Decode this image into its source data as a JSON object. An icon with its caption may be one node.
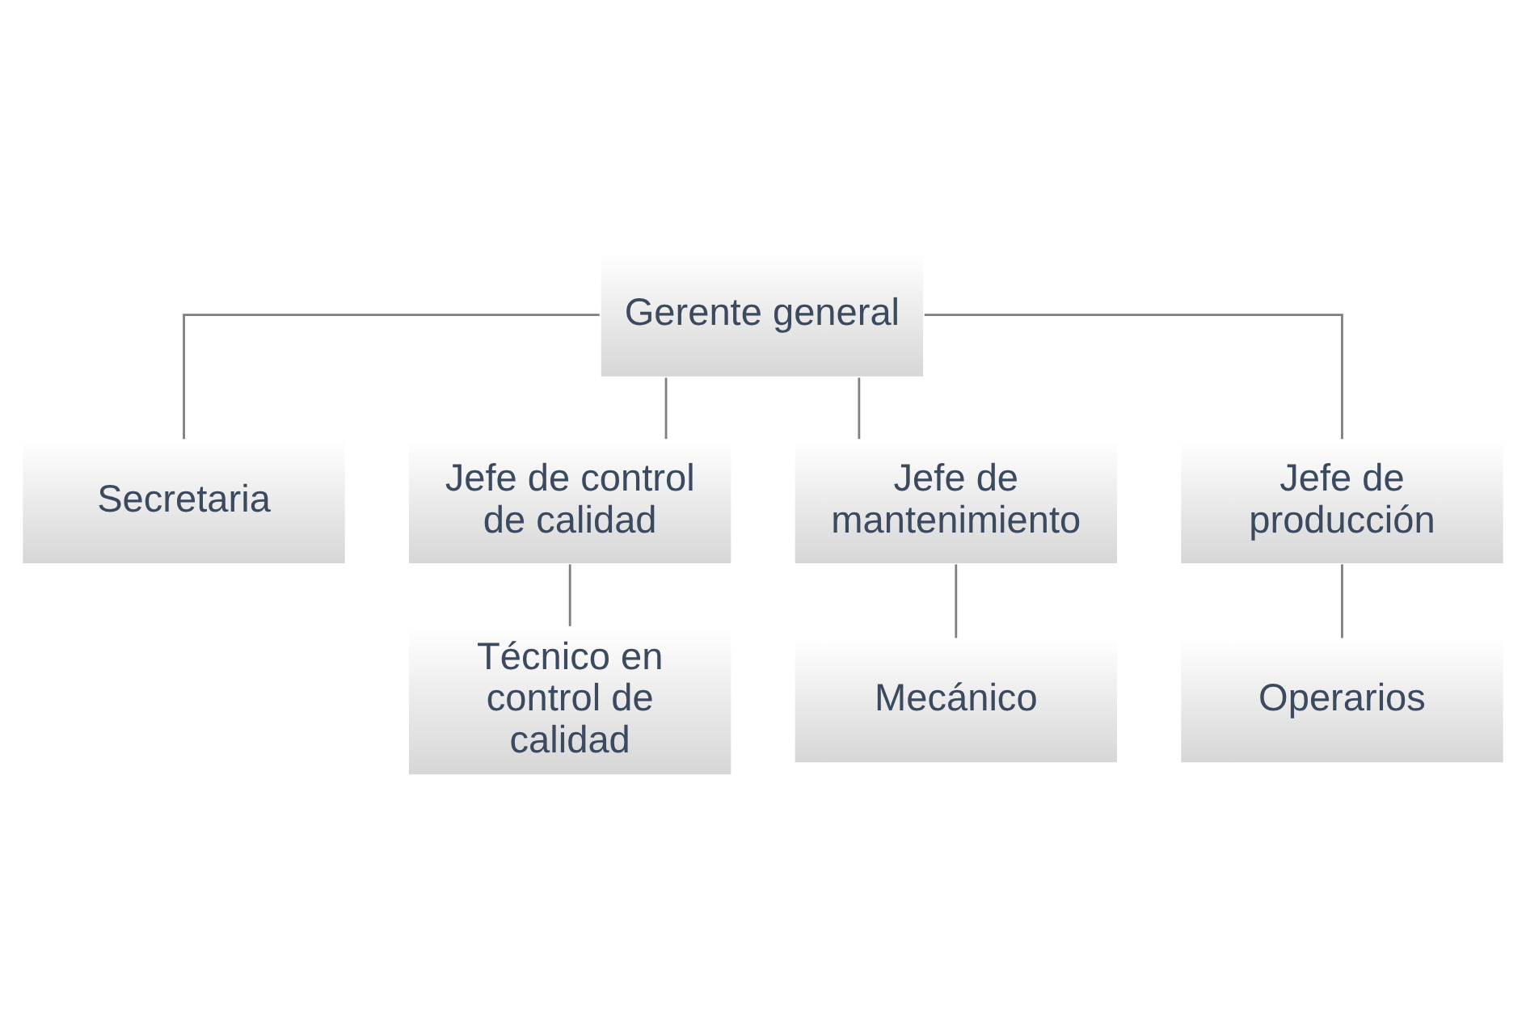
{
  "diagram": {
    "nodes": [
      {
        "text": [
          "Gerente general"
        ]
      },
      {
        "text": [
          "Secretaria"
        ]
      },
      {
        "text": [
          "Jefe de control de calidad"
        ]
      },
      {
        "text": [
          "Jefe de mantenimiento"
        ]
      },
      {
        "text": [
          "Jefe de producción"
        ]
      },
      {
        "text": [
          "Técnico en control de calidad"
        ]
      },
      {
        "text": [
          "Mecánico"
        ]
      },
      {
        "text": [
          "Operarios"
        ]
      }
    ],
    "edges": [
      {
        "from": 0,
        "to": 1,
        "arrow": "none"
      },
      {
        "from": 0,
        "to": 2,
        "arrow": "none"
      },
      {
        "from": 0,
        "to": 3,
        "arrow": "none"
      },
      {
        "from": 0,
        "to": 4,
        "arrow": "none"
      },
      {
        "from": 2,
        "to": 5,
        "arrow": "none"
      },
      {
        "from": 3,
        "to": 6,
        "arrow": "none"
      },
      {
        "from": 4,
        "to": 7,
        "arrow": "none"
      }
    ]
  }
}
